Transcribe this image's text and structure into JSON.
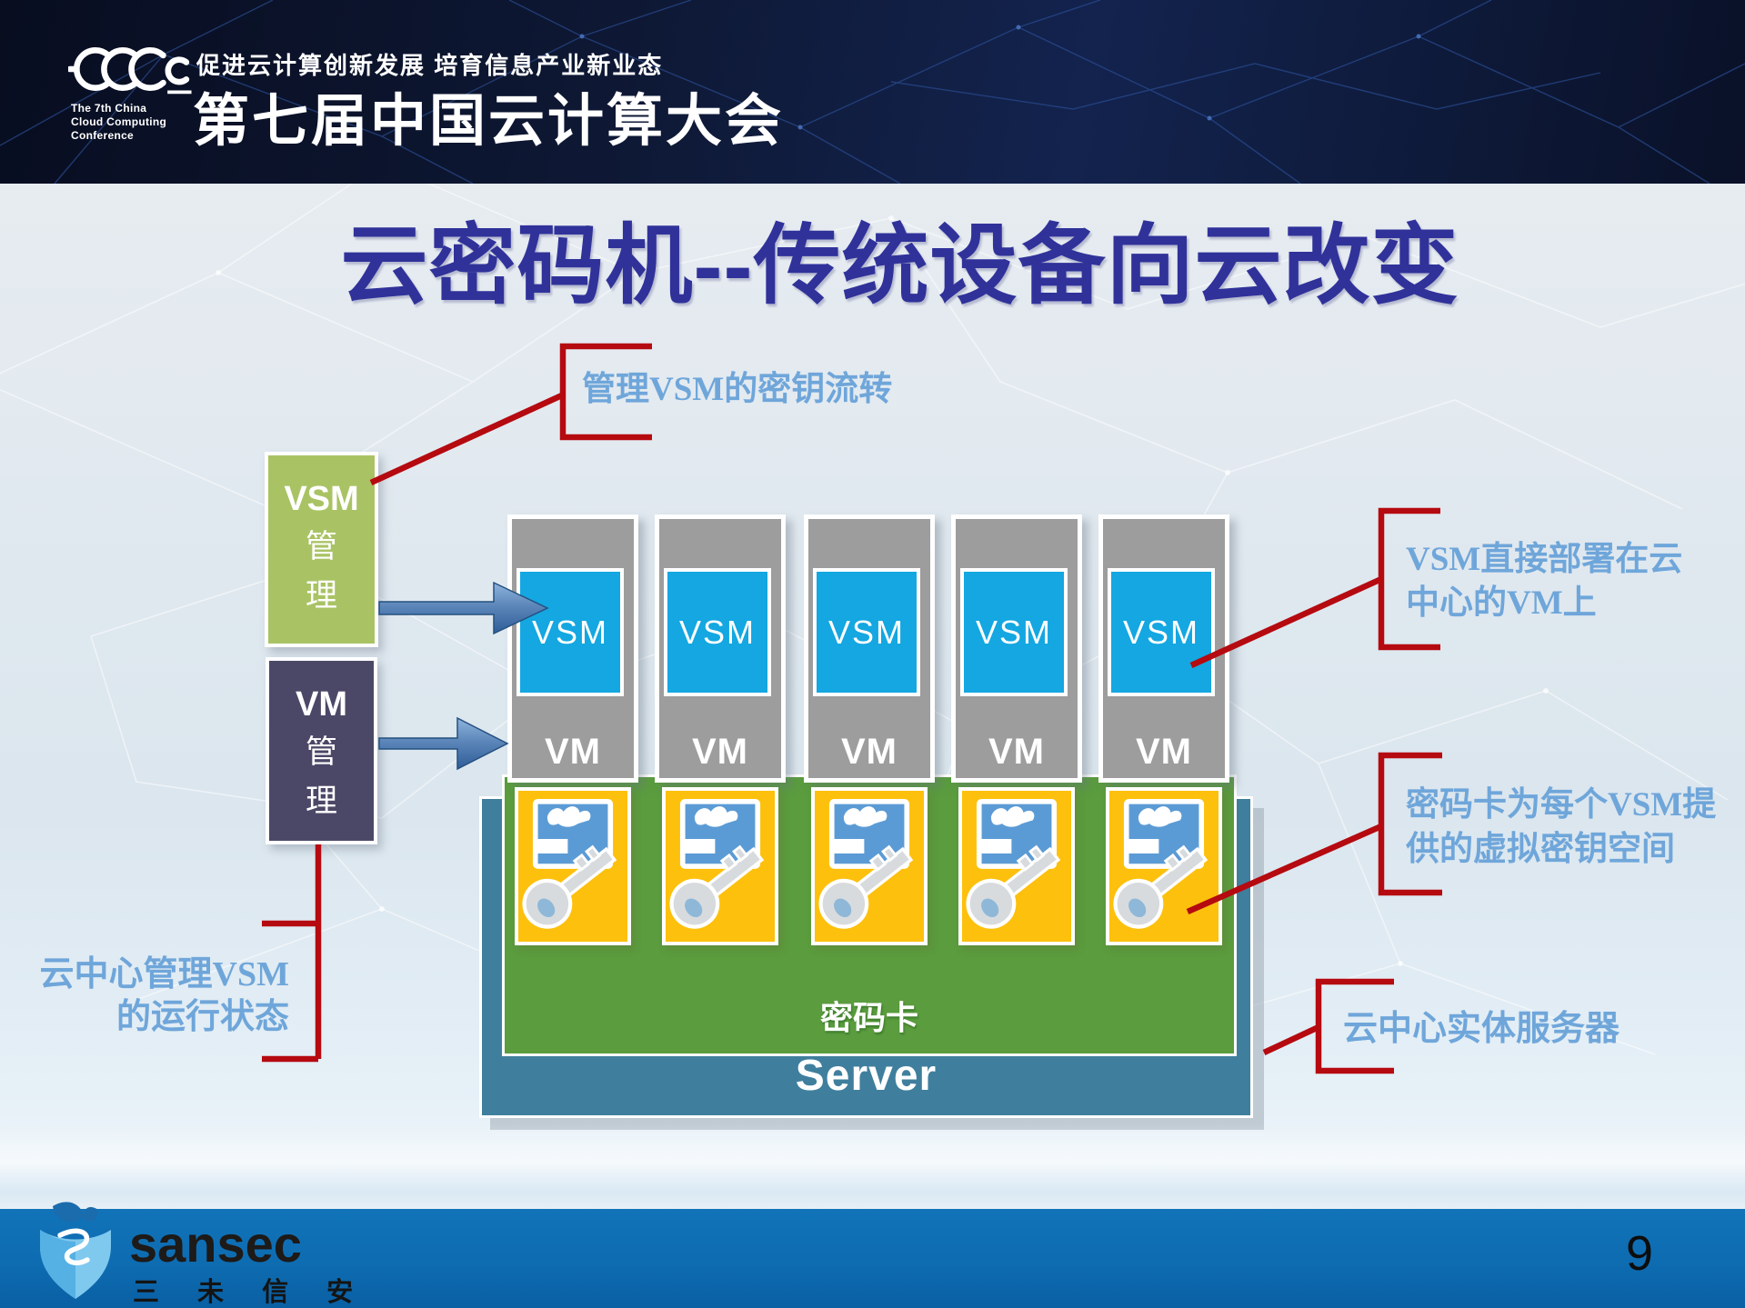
{
  "header": {
    "logo_mark": "CCCc",
    "logo_caption_lines": [
      "The 7th China",
      "Cloud Computing",
      "Conference"
    ],
    "tagline": "促进云计算创新发展  培育信息产业新业态",
    "conference_title": "第七届中国云计算大会"
  },
  "slide": {
    "title": "云密码机--传统设备向云改变"
  },
  "annotations": {
    "key_flow": "管理VSM的密钥流转",
    "vsm_deploy_line1": "VSM直接部署在云",
    "vsm_deploy_line2": "中心的VM上",
    "card_space_line1": "密码卡为每个VSM提",
    "card_space_line2": "供的虚拟密钥空间",
    "manage_state_line1": "云中心管理VSM",
    "manage_state_line2": "的运行状态",
    "server_note": "云中心实体服务器"
  },
  "diagram": {
    "vsm_manager": {
      "en": "VSM",
      "cn1": "管",
      "cn2": "理"
    },
    "vm_manager": {
      "en": "VM",
      "cn1": "管",
      "cn2": "理"
    },
    "columns": [
      {
        "vsm": "VSM",
        "vm": "VM"
      },
      {
        "vsm": "VSM",
        "vm": "VM"
      },
      {
        "vsm": "VSM",
        "vm": "VM"
      },
      {
        "vsm": "VSM",
        "vm": "VM"
      },
      {
        "vsm": "VSM",
        "vm": "VM"
      }
    ],
    "card_label": "密码卡",
    "server_label": "Server",
    "colors": {
      "title_indigo": "#30329a",
      "annotation_blue": "#6fa6da",
      "callout_red": "#b50a10",
      "vsm_manager_green": "#a9c364",
      "vm_manager_purple": "#4b4867",
      "column_gray": "#9d9d9d",
      "vsm_blue": "#14a7e1",
      "key_yellow": "#fdc00d",
      "card_green": "#5a9c3e",
      "server_teal": "#3f7f9d",
      "footer_blue": "#1173b8",
      "header_navy": "#0e1834"
    }
  },
  "footer": {
    "brand": "sansec",
    "brand_cn": "三 未 信 安",
    "page_number": "9"
  }
}
